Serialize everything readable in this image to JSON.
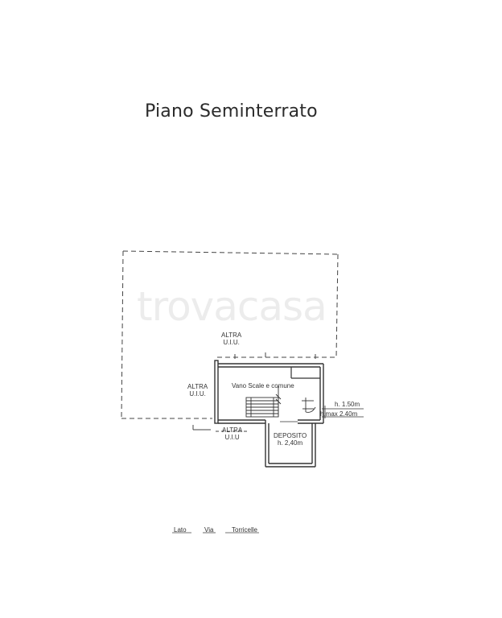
{
  "title": "Piano Seminterrato",
  "watermark": "trovacasa",
  "labels": {
    "altra_top_1": "ALTRA",
    "altra_top_2": "U.I.U.",
    "altra_left_1": "ALTRA",
    "altra_left_2": "U.I.U.",
    "altra_bottom_1": "ALTRA",
    "altra_bottom_2": "U.I.U",
    "vano_scale": "Vano Scale e comune",
    "h_150": "h. 1.50m",
    "h_max": "h.max 2.40m",
    "deposito_1": "DEPOSITO",
    "deposito_2": "h. 2,40m"
  },
  "street": {
    "lato": "Lato",
    "via": "Via",
    "name": "Torricelle"
  }
}
